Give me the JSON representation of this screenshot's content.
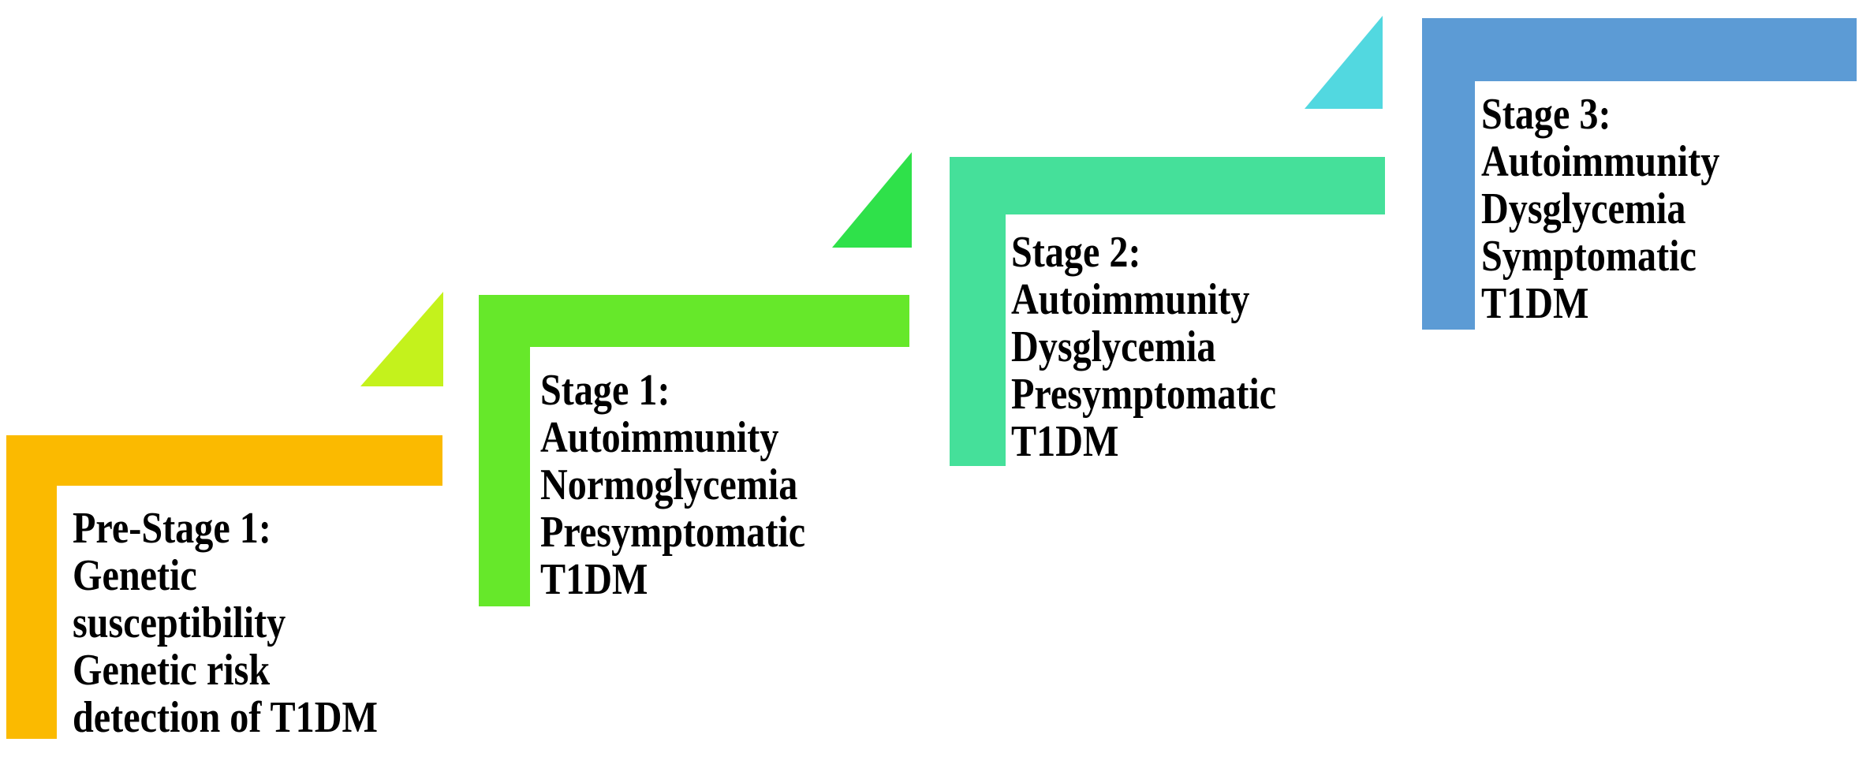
{
  "colors": {
    "pre_stage": "#FBBA00",
    "pre_stage_arrow": "#C4F21C",
    "stage1": "#66E82A",
    "stage1_arrow": "#2FE14A",
    "stage2": "#45E09A",
    "stage2_arrow": "#52D8E0",
    "stage3": "#5C9BD5"
  },
  "stages": [
    {
      "title": "Pre-Stage 1:",
      "lines": [
        "Genetic",
        "susceptibility",
        "Genetic risk",
        "detection of T1DM"
      ]
    },
    {
      "title": "Stage 1:",
      "lines": [
        "Autoimmunity",
        "Normoglycemia",
        "Presymptomatic",
        "T1DM"
      ]
    },
    {
      "title": "Stage 2:",
      "lines": [
        "Autoimmunity",
        "Dysglycemia",
        "Presymptomatic",
        "T1DM"
      ]
    },
    {
      "title": "Stage 3:",
      "lines": [
        "Autoimmunity",
        "Dysglycemia",
        "Symptomatic",
        "T1DM"
      ]
    }
  ]
}
